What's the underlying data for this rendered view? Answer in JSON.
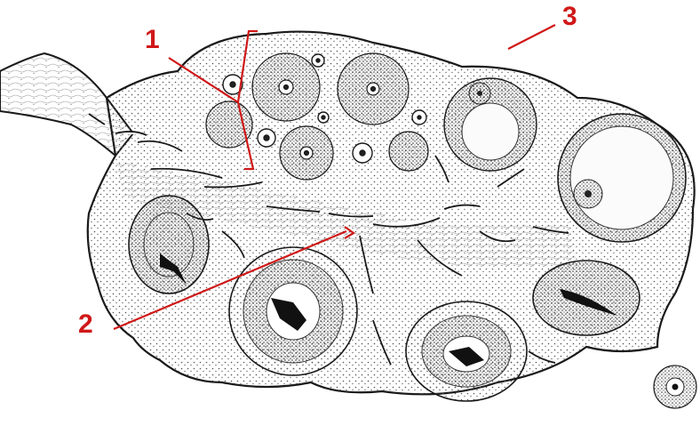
{
  "figure": {
    "subject": "ovary-cross-section",
    "callouts": [
      {
        "id": "1",
        "text": "1"
      },
      {
        "id": "2",
        "text": "2"
      },
      {
        "id": "3",
        "text": "3"
      }
    ]
  },
  "colors": {
    "callout": "#d01818",
    "ink": "#1a1a1a",
    "tissue_fill": "#ffffff",
    "stipple": "#555555",
    "antrum": "#fbfbfb",
    "background": "#ffffff"
  }
}
